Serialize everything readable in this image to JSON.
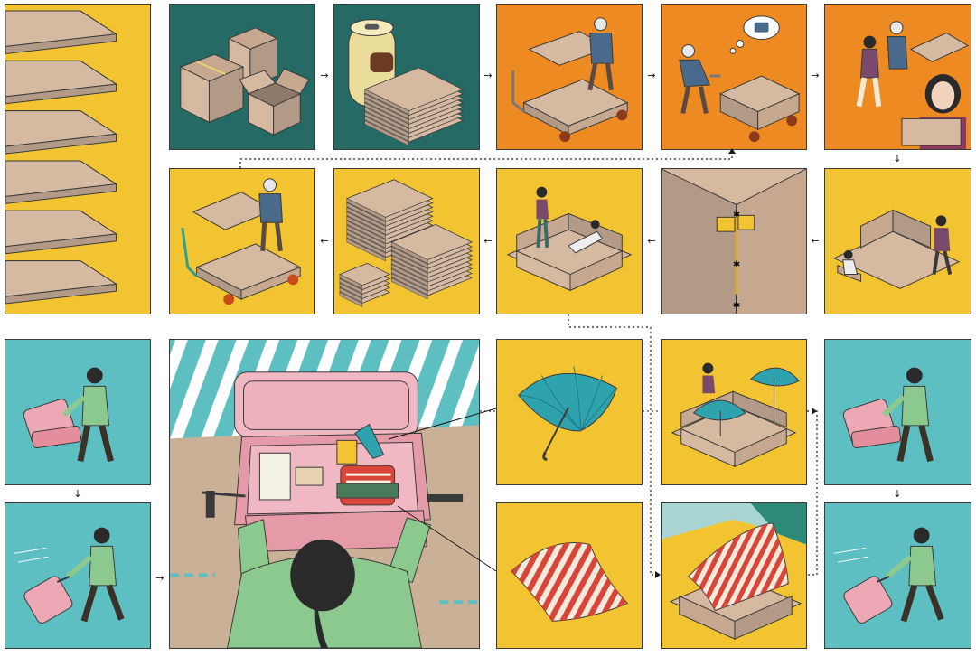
{
  "diagram": {
    "colors": {
      "yellow": "#f3c431",
      "teal_dark": "#256a64",
      "orange": "#ee8a22",
      "teal_light": "#5ebfc2",
      "cardboard": "#d5b9a1",
      "cardboard_dark": "#b29a86",
      "suitcase_pink": "#eca9b5",
      "umbrella": "#2ea3ad",
      "stripe_red": "#d94538",
      "sweater_green": "#8cc98f",
      "hair": "#2a2a2a",
      "line": "#3a3a3a"
    },
    "arrow_glyphs": {
      "right": "→",
      "left": "←",
      "down": "↓"
    },
    "panels": [
      {
        "id": "corrugated-sheets",
        "scene": "stacked corrugated cardboard sheets",
        "bg": "yellow"
      },
      {
        "id": "collect-boxes",
        "scene": "cardboard boxes",
        "bg": "teal_dark"
      },
      {
        "id": "flatten-stack",
        "scene": "trash can and flattened board stack",
        "bg": "teal_dark"
      },
      {
        "id": "load-cart",
        "scene": "elderly collector loading cart",
        "bg": "orange"
      },
      {
        "id": "push-cart",
        "scene": "collector pushing cart with thought bubble",
        "bg": "orange"
      },
      {
        "id": "handover",
        "scene": "woman receiving board from collector",
        "bg": "orange"
      },
      {
        "id": "return-cart",
        "scene": "collector with loaded cart",
        "bg": "yellow"
      },
      {
        "id": "board-stack",
        "scene": "stacked cardboard panels",
        "bg": "yellow"
      },
      {
        "id": "assembled-shelter",
        "scene": "assembled cardboard enclosure",
        "bg": "yellow"
      },
      {
        "id": "clip-joint",
        "scene": "close-up of cardboard panel joint with clips",
        "bg": "cardboard"
      },
      {
        "id": "assemble-walls",
        "scene": "people assembling cardboard walls",
        "bg": "yellow"
      },
      {
        "id": "pack-suitcase",
        "scene": "woman with pink suitcase",
        "bg": "teal_light"
      },
      {
        "id": "leave-suitcase",
        "scene": "woman rolling suitcase away",
        "bg": "teal_light"
      },
      {
        "id": "suitcase-contents",
        "scene": "open suitcase with kit contents",
        "bg": "cardboard"
      },
      {
        "id": "umbrella",
        "scene": "teal umbrella",
        "bg": "yellow"
      },
      {
        "id": "shelter-umbrellas",
        "scene": "cardboard enclosure with umbrellas",
        "bg": "yellow"
      },
      {
        "id": "arrive-suitcase",
        "scene": "woman with pink suitcase",
        "bg": "teal_light"
      },
      {
        "id": "striped-blanket",
        "scene": "red striped blanket",
        "bg": "yellow"
      },
      {
        "id": "shelter-canopy",
        "scene": "cardboard enclosure with striped canopy",
        "bg": "yellow"
      },
      {
        "id": "depart-suitcase",
        "scene": "woman rolling suitcase away",
        "bg": "teal_light"
      }
    ]
  }
}
